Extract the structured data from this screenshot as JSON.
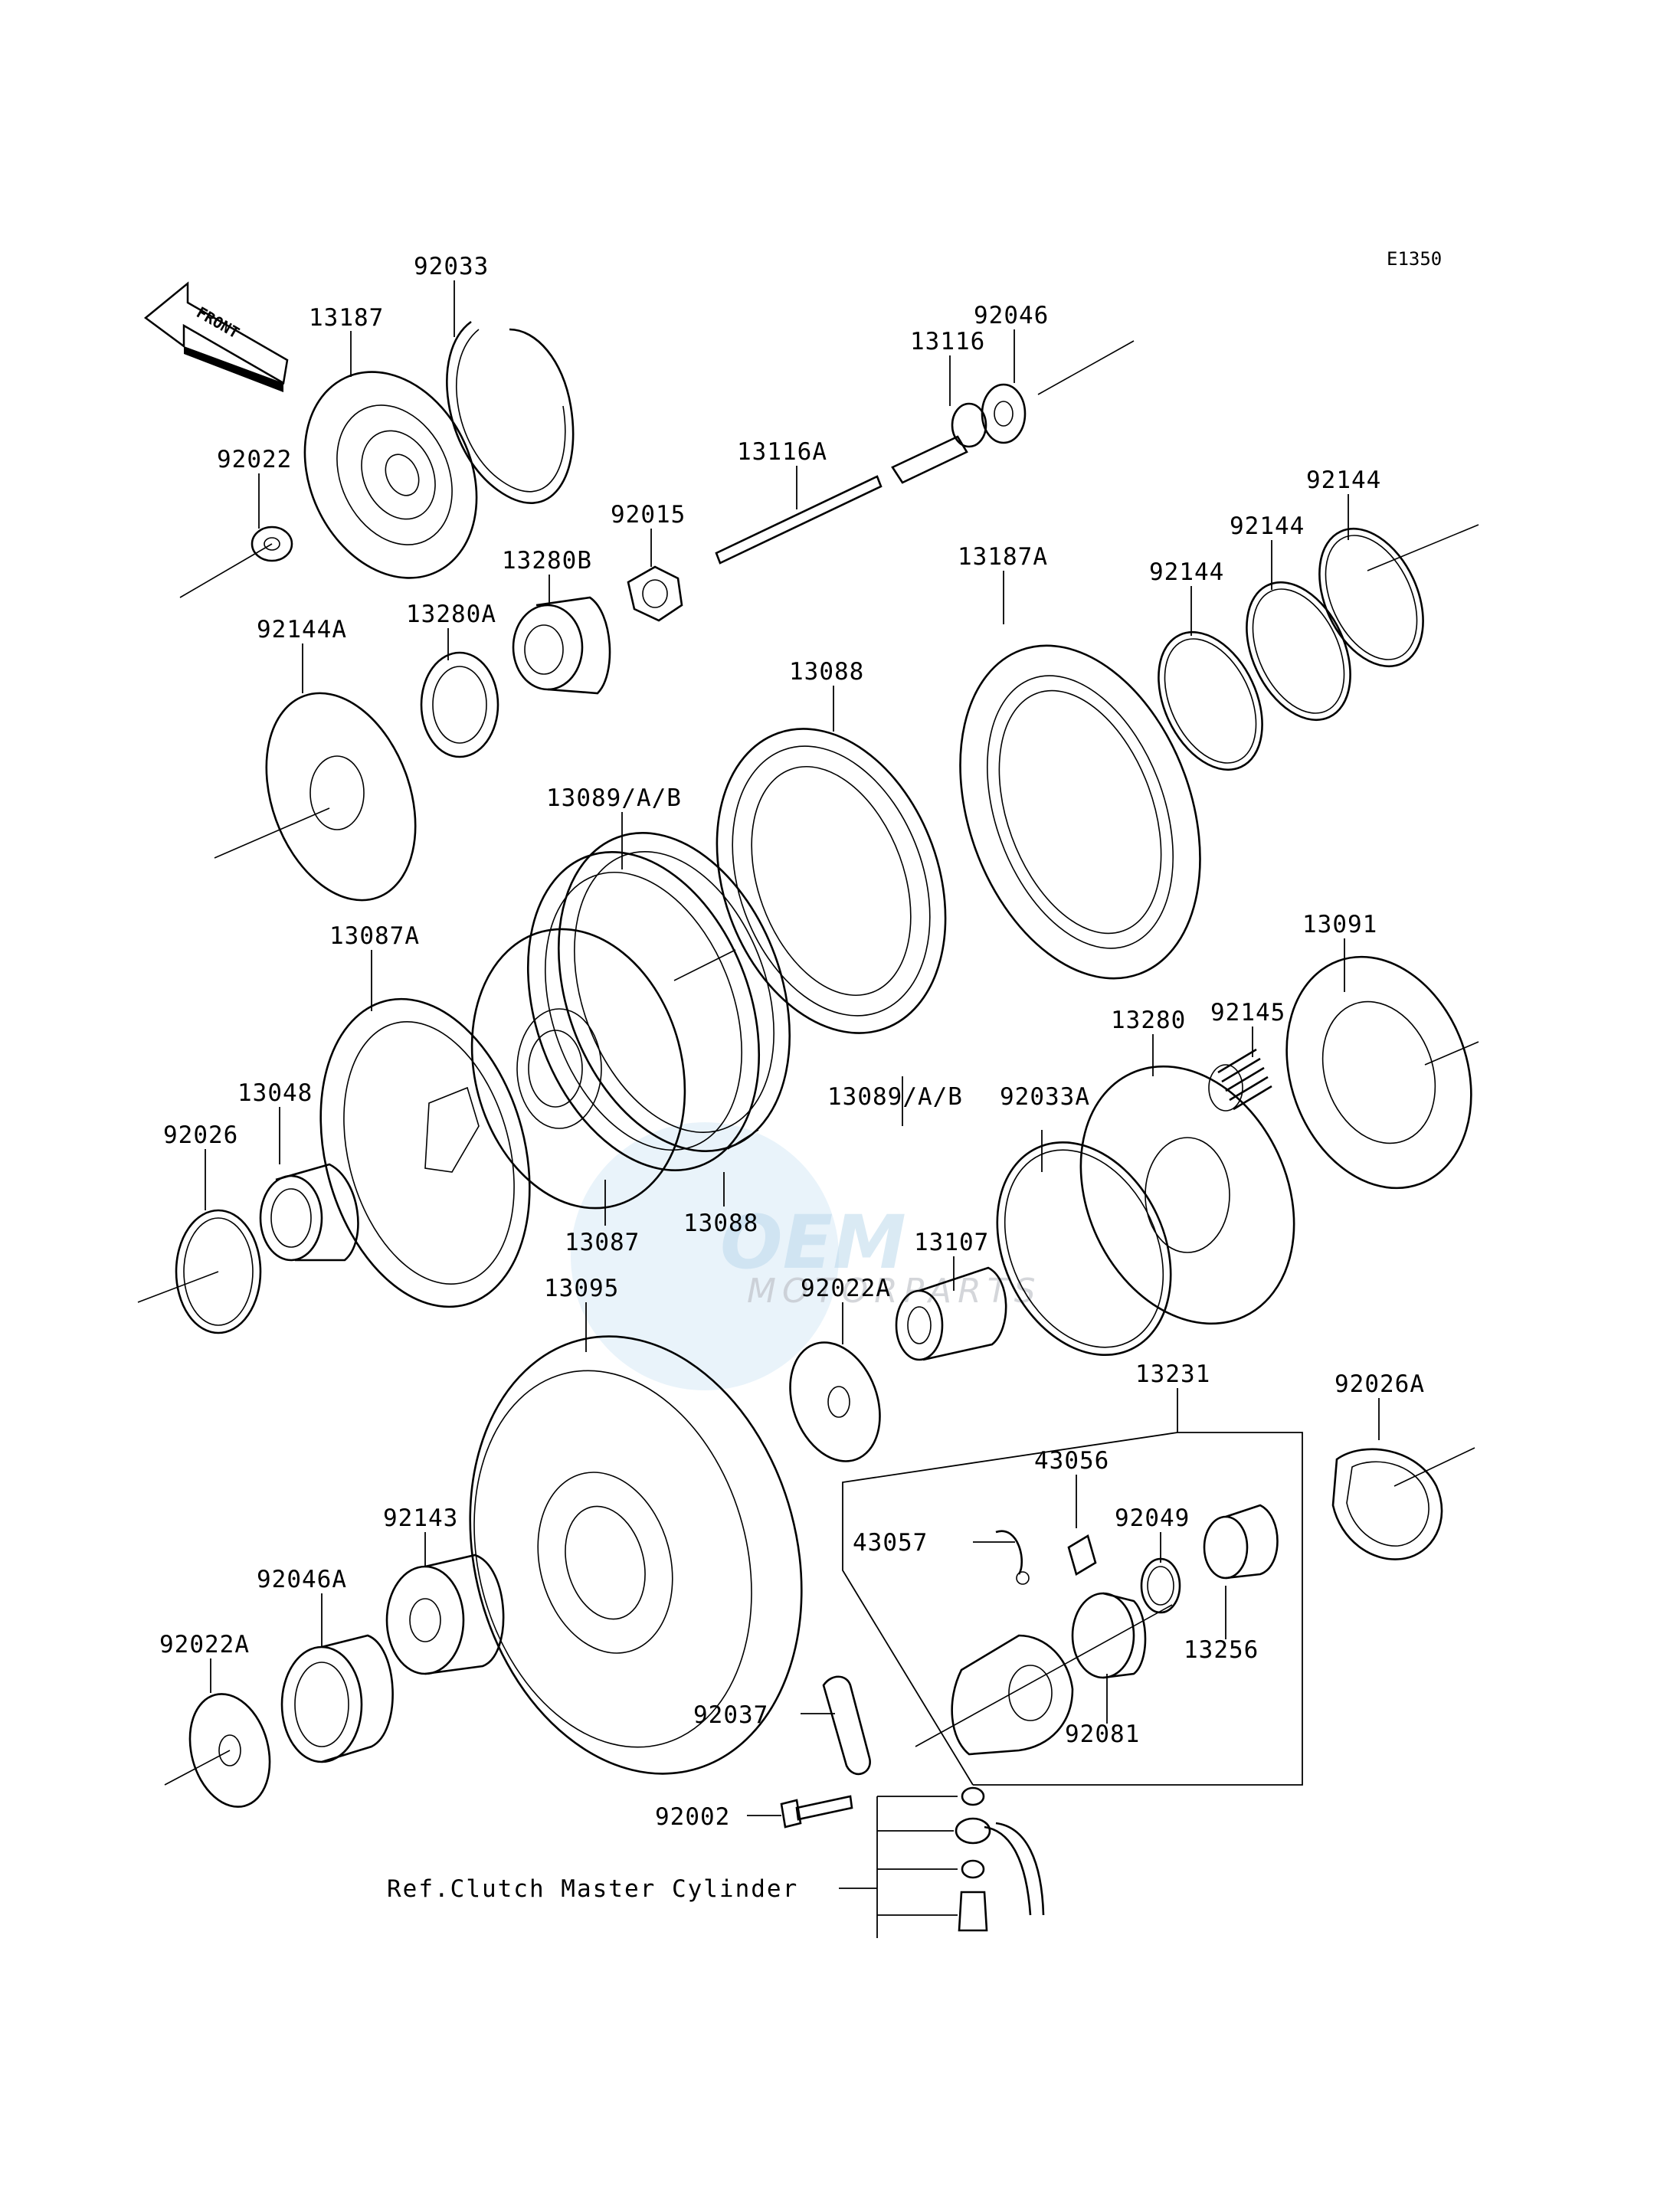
{
  "diagram_code": "E1350",
  "front_arrow_label": "FRONT",
  "watermark": {
    "brand": "OEM",
    "sub": "MOTORPARTS"
  },
  "reference_note": "Ref.Clutch Master Cylinder",
  "parts": {
    "p92033": "92033",
    "p13187": "13187",
    "p92022": "92022",
    "p92046": "92046",
    "p13116": "13116",
    "p13116A": "13116A",
    "p92015": "92015",
    "p13280B": "13280B",
    "p13280A": "13280A",
    "p92144A": "92144A",
    "p13187A": "13187A",
    "p92144a": "92144",
    "p92144b": "92144",
    "p92144c": "92144",
    "p13088a": "13088",
    "p13089a": "13089/A/B",
    "p13087A": "13087A",
    "p13091": "13091",
    "p92145": "92145",
    "p13280": "13280",
    "p13048": "13048",
    "p92026": "92026",
    "p13089b": "13089/A/B",
    "p92033A": "92033A",
    "p13087": "13087",
    "p13088b": "13088",
    "p13107": "13107",
    "p13095": "13095",
    "p92022A_a": "92022A",
    "p13231": "13231",
    "p92026A": "92026A",
    "p43056": "43056",
    "p43057": "43057",
    "p92049": "92049",
    "p92143": "92143",
    "p92046A": "92046A",
    "p13256": "13256",
    "p92022A_b": "92022A",
    "p92081": "92081",
    "p92037": "92037",
    "p92002": "92002"
  }
}
